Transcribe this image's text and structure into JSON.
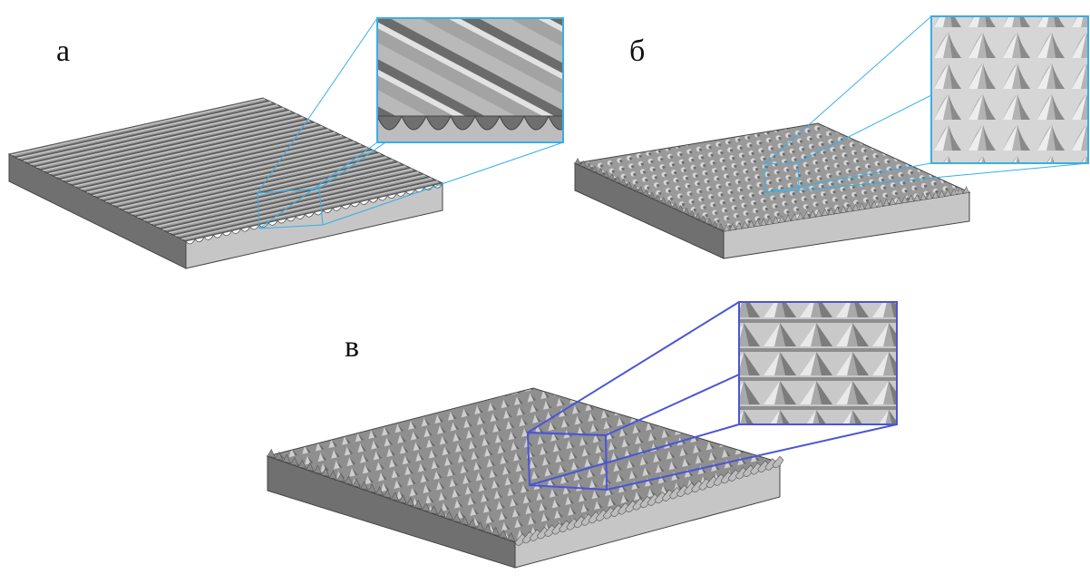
{
  "panels": {
    "a": {
      "label": "а",
      "surface": "parallel-grooves"
    },
    "b": {
      "label": "б",
      "surface": "cone-texture"
    },
    "v": {
      "label": "в",
      "surface": "pyramid-texture"
    }
  },
  "colors": {
    "slab_top": "#9d9d9d",
    "slab_front": "#c6c6c6",
    "slab_side": "#707070",
    "rib_light": "#c8c8c8",
    "rib_dark": "#5e5e5e",
    "zoom_frame_a_b": "#39aee8",
    "zoom_frame_v": "#4a55d6"
  }
}
